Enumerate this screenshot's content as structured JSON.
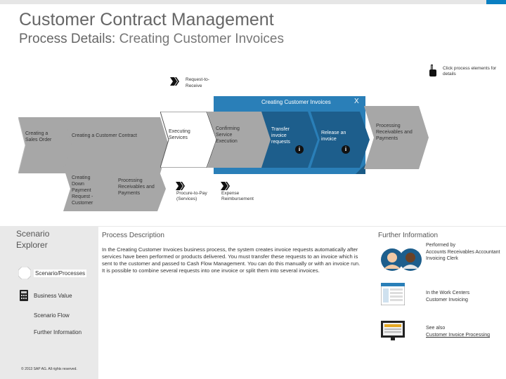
{
  "header": {
    "title": "Customer Contract Management",
    "subtitle_prefix": "Process Details:",
    "subtitle_main": "Creating Customer Invoices"
  },
  "hint": {
    "text": "Click process elements for details"
  },
  "request_to_receive": "Request-to-Receive",
  "panel": {
    "title": "Creating Customer Invoices",
    "close": "X"
  },
  "steps": {
    "creating_sales_order": "Creating a Sales Order",
    "creating_customer_contract": "Creating a Customer Contract",
    "executing_services": "Executing Services",
    "confirming_service_execution": "Confirming Service Execution",
    "transfer_invoice_requests": "Transfer invoice requests",
    "release_an_invoice": "Release an invoice",
    "processing_receivables_payments": "Processing Receivables and Payments",
    "creating_down_payment": "Creating Down Payment Request - Customer",
    "processing_receivables_payments_2": "Processing Receivables and Payments"
  },
  "links": {
    "procure_to_pay": "Procure-to-Pay (Services)",
    "expense_reimbursement": "Expense Reimbursement"
  },
  "explorer": {
    "title": "Scenario Explorer",
    "items": [
      "Scenario/Processes",
      "Business Value",
      "Scenario Flow",
      "Further Information"
    ],
    "copyright": "© 2013 SAP AG. All rights reserved."
  },
  "description": {
    "title": "Process Description",
    "body": "In the Creating Customer Invoices business process, the system creates invoice requests automatically after services have been performed or products delivered. You must transfer these requests to an invoice which is sent to the customer and passed to Cash Flow Management. You can do this manually or with an invoice run. It is possible to combine several requests into one invoice or split them into several invoices."
  },
  "further": {
    "title": "Further Information",
    "performed_by_label": "Performed by",
    "performed_by": [
      "Accounts Receivables Accountant",
      "Invoicing Clerk"
    ],
    "work_centers_label": "In the Work Centers",
    "work_centers": "Customer Invoicing",
    "see_also_label": "See also",
    "see_also_link": "Customer Invoice Processing"
  },
  "colors": {
    "step_gray": "#a7a7a7",
    "step_blue": "#2a7fb8",
    "step_dark": "#1d5e8c",
    "accent_purple": "#5b2c86",
    "panel_bg": "#2a7fb8"
  }
}
